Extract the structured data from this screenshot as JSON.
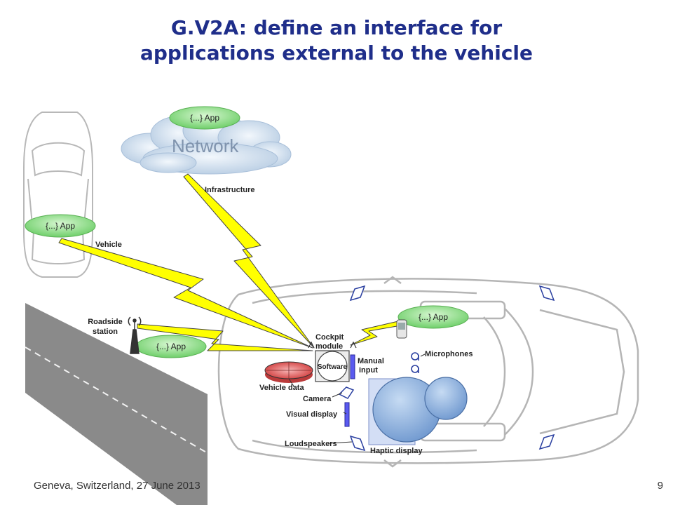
{
  "slide": {
    "title_line1": "G.V2A: define an interface for",
    "title_line2": "applications external to the vehicle",
    "footer": "Geneva, Switzerland, 27 June 2013",
    "page_number": "9"
  },
  "diagram": {
    "network": "Network",
    "app": "{...} App",
    "labels": {
      "infrastructure": "Infrastructure",
      "vehicle": "Vehicle",
      "roadside_station": [
        "Roadside",
        "station"
      ],
      "cockpit_module": [
        "Cockpit",
        "module"
      ],
      "software": "Software",
      "manual_input": [
        "Manual",
        "input"
      ],
      "microphones": "Microphones",
      "vehicle_data": "Vehicle data",
      "camera": "Camera",
      "visual_display": "Visual display",
      "loudspeakers": "Loudspeakers",
      "haptic_display": "Haptic display"
    },
    "colors": {
      "title": "#1f2e8a",
      "app_bubble": "#8ee08a",
      "lightning": "#ffff00",
      "person": "#8fb3e0",
      "car_outline": "#b5b5b5",
      "road": "#808080"
    }
  }
}
